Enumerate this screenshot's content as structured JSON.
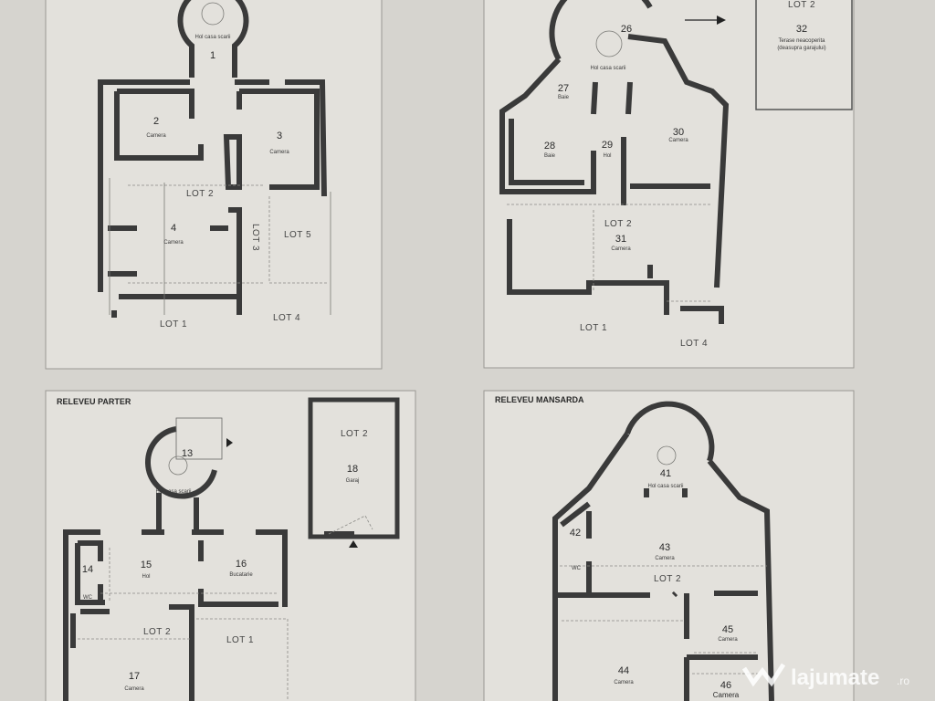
{
  "plans": {
    "top_left": {
      "rooms": [
        {
          "num": "1",
          "name": "Hol casa scarii"
        },
        {
          "num": "2",
          "name": "Camera"
        },
        {
          "num": "3",
          "name": "Camera"
        },
        {
          "num": "4",
          "name": "Camera"
        }
      ],
      "lots": [
        "LOT 2",
        "LOT 3",
        "LOT 5",
        "LOT 1",
        "LOT 4"
      ]
    },
    "top_right": {
      "rooms": [
        {
          "num": "26",
          "name": "Hol casa scarii"
        },
        {
          "num": "27",
          "name": "Baie"
        },
        {
          "num": "28",
          "name": "Baie"
        },
        {
          "num": "29",
          "name": "Hol"
        },
        {
          "num": "30",
          "name": "Camera"
        },
        {
          "num": "31",
          "name": "Camera"
        },
        {
          "num": "32",
          "name": "Terase neacoperita",
          "name2": "(deasupra garajului)"
        }
      ],
      "lots": [
        "LOT 2",
        "LOT 2",
        "LOT 1",
        "LOT 4"
      ]
    },
    "bottom_left": {
      "title": "RELEVEU PARTER",
      "rooms": [
        {
          "num": "13",
          "name": "Hol casa scarii"
        },
        {
          "num": "14",
          "name": "WC"
        },
        {
          "num": "15",
          "name": "Hol"
        },
        {
          "num": "16",
          "name": "Bucatarie"
        },
        {
          "num": "17",
          "name": "Camera"
        },
        {
          "num": "18",
          "name": "Garaj"
        }
      ],
      "lots": [
        "LOT 2",
        "LOT 2",
        "LOT 1"
      ]
    },
    "bottom_right": {
      "title": "RELEVEU MANSARDA",
      "rooms": [
        {
          "num": "41",
          "name": "Hol casa scarii"
        },
        {
          "num": "42",
          "name": "WC"
        },
        {
          "num": "43",
          "name": "Camera"
        },
        {
          "num": "44",
          "name": "Camera"
        },
        {
          "num": "45",
          "name": "Camera"
        },
        {
          "num": "46",
          "name": "Camera"
        }
      ],
      "lots": [
        "LOT 2"
      ]
    }
  },
  "watermark": {
    "brand": "lajumate",
    "tld": ".ro"
  }
}
